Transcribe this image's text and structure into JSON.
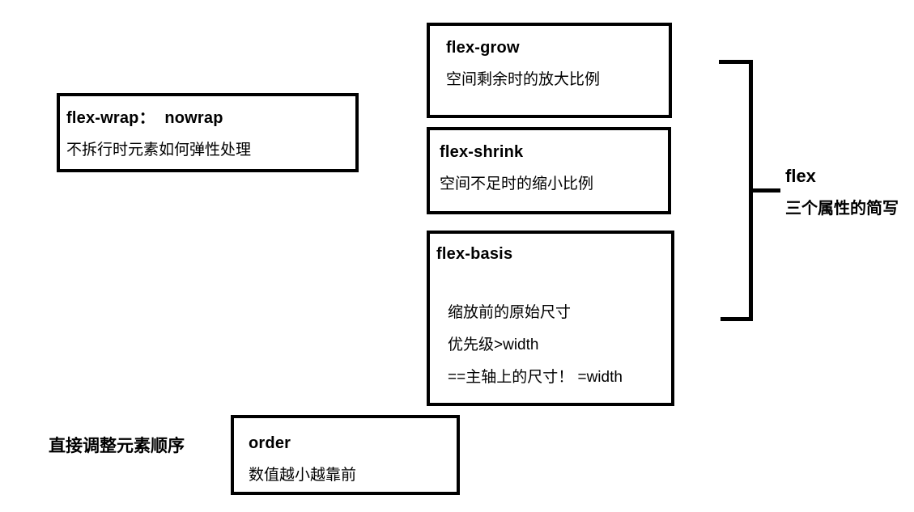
{
  "colors": {
    "ink": "#000000",
    "background": "#ffffff"
  },
  "boxes": {
    "flex_wrap": {
      "title": "flex-wrap：  nowrap",
      "desc": "不拆行时元素如何弹性处理"
    },
    "flex_grow": {
      "title": "flex-grow",
      "desc": "空间剩余时的放大比例"
    },
    "flex_shrink": {
      "title": "flex-shrink",
      "desc": "空间不足时的缩小比例"
    },
    "flex_basis": {
      "title": "flex-basis",
      "lines": [
        "缩放前的原始尺寸",
        "优先级>width",
        "==主轴上的尺寸！ =width"
      ]
    },
    "order": {
      "title": "order",
      "desc": "数值越小越靠前"
    }
  },
  "bracket": {
    "label_line1": "flex",
    "label_line2": "三个属性的简写"
  },
  "annotations": {
    "order_note": "直接调整元素顺序"
  }
}
